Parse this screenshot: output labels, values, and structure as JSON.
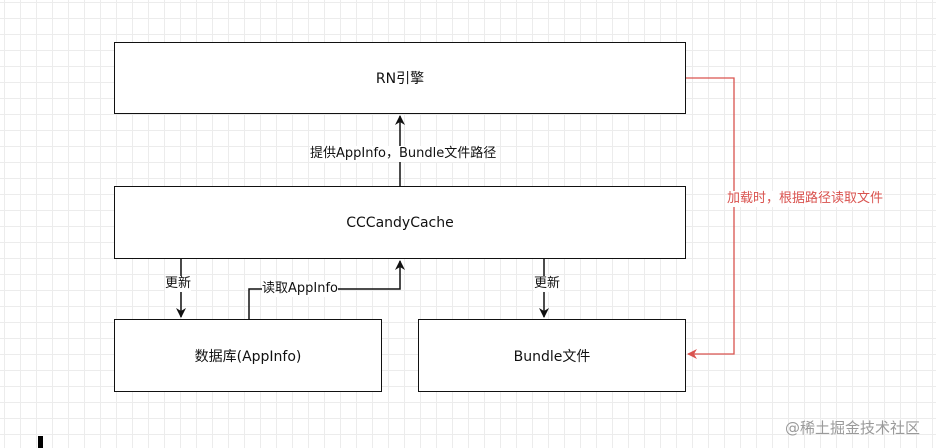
{
  "boxes": {
    "rn_engine": "RN引擎",
    "cache": "CCCandyCache",
    "database": "数据库(AppInfo)",
    "bundle_file": "Bundle文件"
  },
  "edges": {
    "cache_to_rn": "提供AppInfo，Bundle文件路径",
    "cache_to_db": "更新",
    "db_to_cache": "读取AppInfo",
    "cache_to_bundle": "更新",
    "rn_to_bundle": "加载时，根据路径读取文件"
  },
  "colors": {
    "line": "#111111",
    "load_edge": "#d9534f"
  },
  "watermark": "@稀土掘金技术社区"
}
